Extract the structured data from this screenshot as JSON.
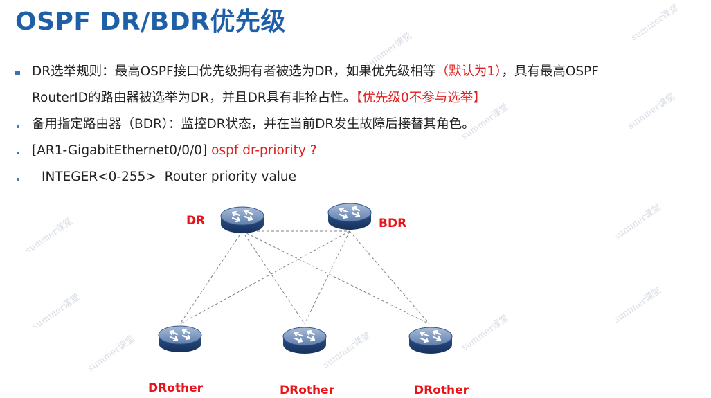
{
  "title": "OSPF DR/BDR优先级",
  "bullets": {
    "b1_line1_a": "DR选举规则：最高OSPF接口优先级拥有者被选为DR，如果优先级相等",
    "b1_line1_red": "（默认为1）",
    "b1_line1_b": "，具有最高OSPF",
    "b1_line2_a": "RouterID的路由器被选举为DR，并且DR具有非抢占性。",
    "b1_line2_red": "【优先级0不参与选举】",
    "b2": "备用指定路由器（BDR）：监控DR状态，并在当前DR发生故障后接替其角色。",
    "b3_a": "[AR1-GigabitEthernet0/0/0]",
    "b3_red": "ospf dr-priority ?",
    "b4": "INTEGER<0-255>  Router priority value"
  },
  "diagram": {
    "routers": [
      {
        "label": "DR"
      },
      {
        "label": "BDR"
      },
      {
        "label": "DRother"
      },
      {
        "label": "DRother"
      },
      {
        "label": "DRother"
      }
    ]
  },
  "watermark": "summer课堂",
  "colors": {
    "title": "#1f5fa8",
    "accent_red": "#e02020",
    "router_dark": "#1f3d6b",
    "router_light": "#8fa6c8"
  }
}
